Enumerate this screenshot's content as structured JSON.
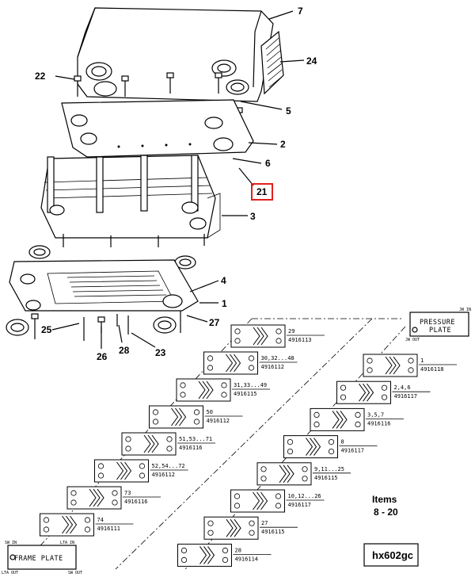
{
  "callouts": {
    "c7": "7",
    "c24": "24",
    "c22": "22",
    "c5": "5",
    "c2": "2",
    "c6": "6",
    "c21": "21",
    "c3": "3",
    "c4": "4",
    "c1": "1",
    "c27": "27",
    "c25": "25",
    "c26": "26",
    "c28": "28",
    "c23": "23"
  },
  "left_column": [
    {
      "label": "29",
      "part": "4916113"
    },
    {
      "label": "30,32...48",
      "part": "4916112"
    },
    {
      "label": "31,33...49",
      "part": "4916115"
    },
    {
      "label": "50",
      "part": "4916112"
    },
    {
      "label": "51,53...71",
      "part": "4916116"
    },
    {
      "label": "52,54...72",
      "part": "4916112"
    },
    {
      "label": "73",
      "part": "4916116"
    },
    {
      "label": "74",
      "part": "4916111"
    }
  ],
  "right_column": [
    {
      "label": "1",
      "part": "4916118"
    },
    {
      "label": "2,4,6",
      "part": "4916117"
    },
    {
      "label": "3,5,7",
      "part": "4916116"
    },
    {
      "label": "8",
      "part": "4916117"
    },
    {
      "label": "9,11...25",
      "part": "4916115"
    },
    {
      "label": "10,12...26",
      "part": "4916117"
    },
    {
      "label": "27",
      "part": "4916115"
    },
    {
      "label": "28",
      "part": "4916114"
    }
  ],
  "pressure_plate": {
    "line1": "PRESSURE",
    "line2": "PLATE",
    "jw_in": "JW IN",
    "jw_out": "JW OUT"
  },
  "frame_plate": {
    "label": "FRAME PLATE",
    "sw_in": "SW IN",
    "lta_in": "LTA IN",
    "lta_out": "LTA OUT",
    "sw_out": "SW OUT"
  },
  "items_note": {
    "line1": "Items",
    "line2": "8 - 20"
  },
  "figure_id": "hx602gc",
  "highlight_color": "#e0201c"
}
